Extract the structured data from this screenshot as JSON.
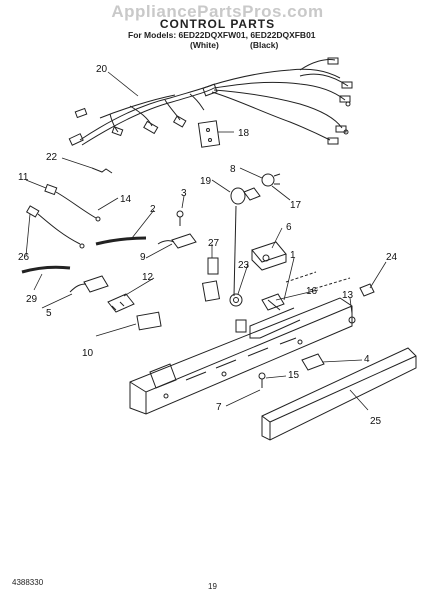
{
  "watermark": "AppliancePartsPros.com",
  "header": {
    "title": "CONTROL PARTS",
    "models_line": "For Models: 6ED22DQXFW01, 6ED22DQXFB01",
    "variant_white": "(White)",
    "variant_black": "(Black)"
  },
  "callouts": {
    "c1": "1",
    "c2": "2",
    "c3": "3",
    "c4": "4",
    "c5": "5",
    "c6": "6",
    "c7": "7",
    "c8": "8",
    "c9": "9",
    "c10": "10",
    "c11": "11",
    "c12": "12",
    "c13": "13",
    "c14": "14",
    "c15": "15",
    "c16": "16",
    "c17": "17",
    "c18": "18",
    "c19": "19",
    "c20": "20",
    "c22": "22",
    "c23": "23",
    "c24": "24",
    "c25": "25",
    "c26": "26",
    "c27": "27",
    "c29": "29"
  },
  "footer": {
    "doc_number": "4388330",
    "page_number": "19"
  }
}
